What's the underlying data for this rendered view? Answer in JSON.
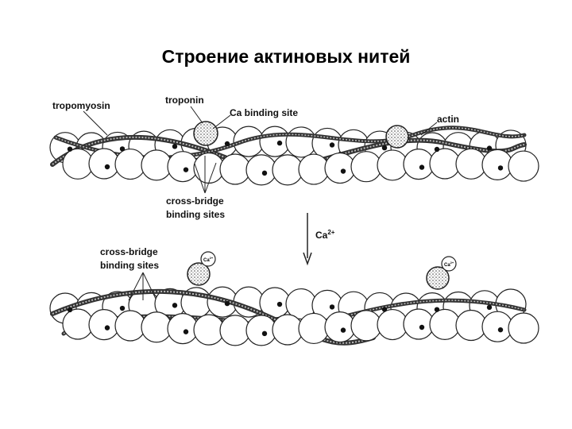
{
  "slide": {
    "title": "Строение актиновых нитей"
  },
  "diagram": {
    "top_panel": {
      "tropomyosin": "tropomyosin",
      "troponin": "troponin",
      "ca_binding_site": "Ca binding site",
      "actin": "actin",
      "cross_bridge_line1": "cross-bridge",
      "cross_bridge_line2": "binding sites"
    },
    "arrow": {
      "ion": "Ca",
      "charge": "2+"
    },
    "bottom_panel": {
      "cross_bridge_line1": "cross-bridge",
      "cross_bridge_line2": "binding sites",
      "ion": "Ca",
      "charge": "2+"
    }
  }
}
